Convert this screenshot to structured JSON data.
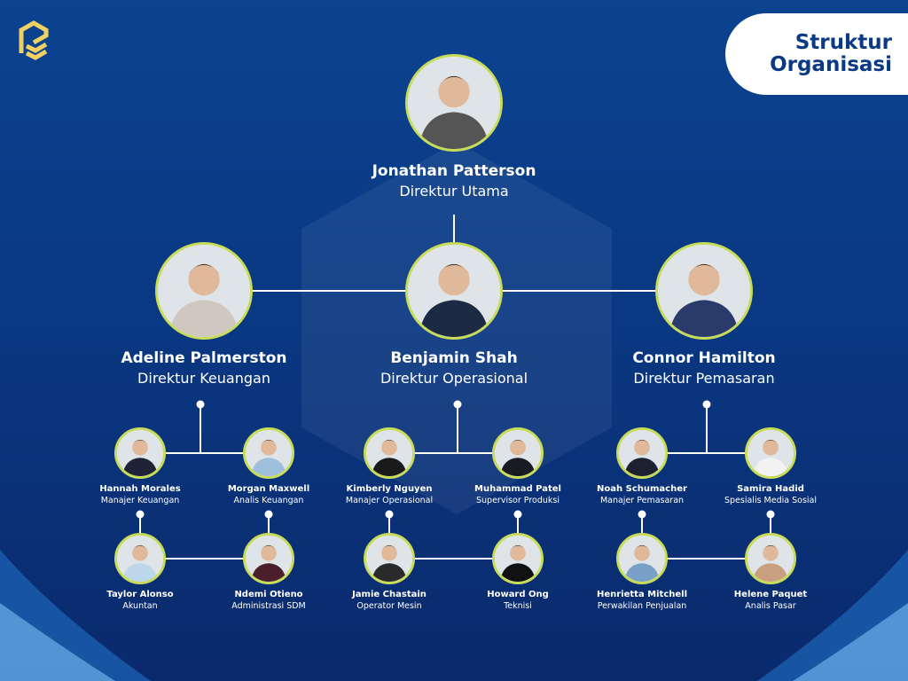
{
  "title": {
    "line1": "Struktur",
    "line2": "Organisasi"
  },
  "colors": {
    "accent": "#c8dc5a",
    "brand": "#0b3a85",
    "logo": "#f0d060"
  },
  "logo": {
    "name": "company-logo"
  },
  "director": {
    "name": "Jonathan Patterson",
    "role": "Direktur Utama",
    "suit": "#555"
  },
  "heads": [
    {
      "name": "Adeline Palmerston",
      "role": "Direktur Keuangan",
      "suit": "#cfc8c0"
    },
    {
      "name": "Benjamin Shah",
      "role": "Direktur Operasional",
      "suit": "#1d2a44"
    },
    {
      "name": "Connor Hamilton",
      "role": "Direktur Pemasaran",
      "suit": "#2a3a6a"
    }
  ],
  "staff": [
    [
      {
        "name": "Hannah Morales",
        "role": "Manajer Keuangan",
        "suit": "#1e2436"
      },
      {
        "name": "Morgan Maxwell",
        "role": "Analis Keuangan",
        "suit": "#9ec0dc"
      },
      {
        "name": "Taylor Alonso",
        "role": "Akuntan",
        "suit": "#bcd6ea"
      },
      {
        "name": "Ndemi Otieno",
        "role": "Administrasi SDM",
        "suit": "#4a1e2a"
      }
    ],
    [
      {
        "name": "Kimberly Nguyen",
        "role": "Manajer Operasional",
        "suit": "#1a1a1a"
      },
      {
        "name": "Muhammad Patel",
        "role": "Supervisor Produksi",
        "suit": "#1a1a22"
      },
      {
        "name": "Jamie Chastain",
        "role": "Operator Mesin",
        "suit": "#2a2a2a"
      },
      {
        "name": "Howard Ong",
        "role": "Teknisi",
        "suit": "#111"
      }
    ],
    [
      {
        "name": "Noah Schumacher",
        "role": "Manajer Pemasaran",
        "suit": "#1c2030"
      },
      {
        "name": "Samira Hadid",
        "role": "Spesialis Media Sosial",
        "suit": "#f2f2f2"
      },
      {
        "name": "Henrietta Mitchell",
        "role": "Perwakilan Penjualan",
        "suit": "#7aa0c8"
      },
      {
        "name": "Helene Paquet",
        "role": "Analis Pasar",
        "suit": "#c8a080"
      }
    ]
  ]
}
